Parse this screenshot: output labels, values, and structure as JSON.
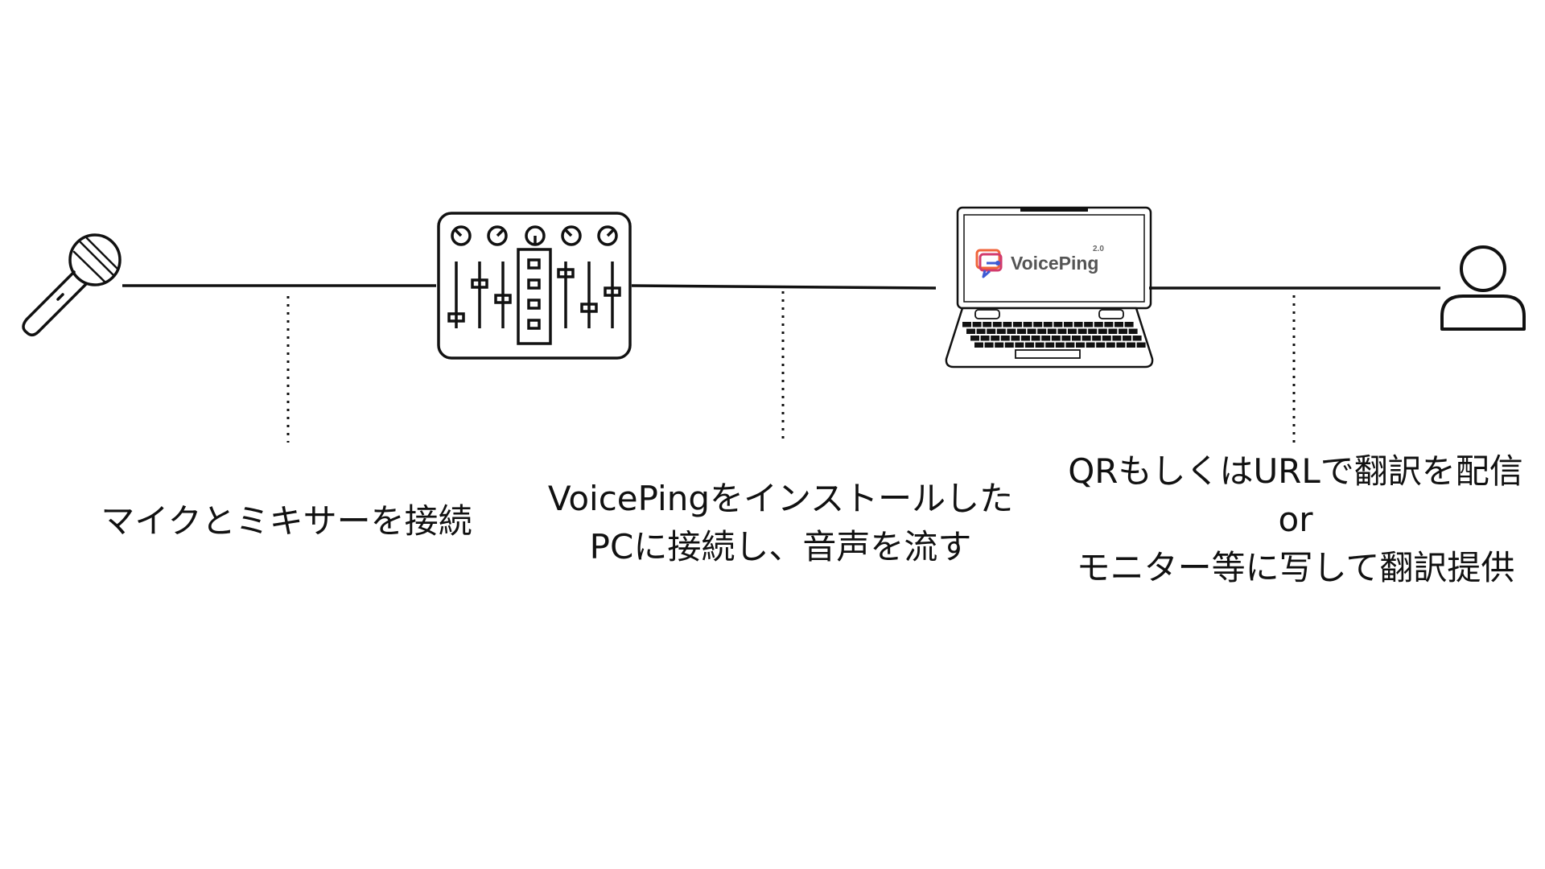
{
  "diagram": {
    "steps": [
      {
        "icon": "microphone-icon",
        "lines": [
          "マイクとミキサーを接続"
        ]
      },
      {
        "icon": "mixer-icon",
        "lines": []
      },
      {
        "icon": "laptop-icon",
        "lines": [
          "VoicePingをインストールした",
          "PCに接続し、音声を流す"
        ]
      },
      {
        "icon": "person-icon",
        "lines": [
          "QRもしくはURLで翻訳を配信",
          "or",
          "モニター等に写して翻訳提供"
        ]
      }
    ],
    "screen_logo": {
      "text": "VoicePing",
      "version": "2.0"
    }
  }
}
